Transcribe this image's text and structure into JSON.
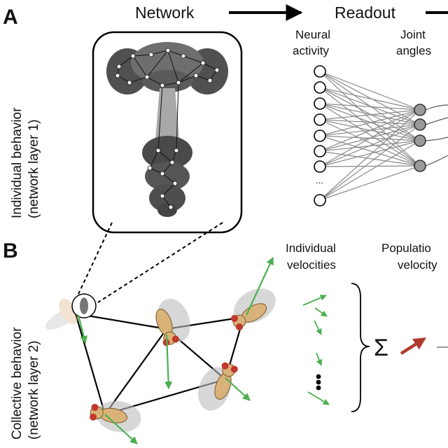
{
  "panels": {
    "a": {
      "letter": "A",
      "flow": [
        "Network",
        "Readout"
      ],
      "row_label": [
        "Individual behavior",
        "(network layer 1)"
      ],
      "readout_inputs": [
        "Neural",
        "activity"
      ],
      "readout_outputs": [
        "Joint",
        "angles"
      ],
      "ellipsis": "..."
    },
    "b": {
      "letter": "B",
      "row_label": [
        "Collective behavior",
        "(network layer 2)"
      ],
      "col1": [
        "Individual",
        "velocities"
      ],
      "col2": [
        "Populatio",
        "velocity"
      ],
      "sum_symbol": "Σ"
    }
  },
  "colors": {
    "green_arrow": "#4caf50",
    "red_arrow": "#b03a2e",
    "node_gray": "#9a9a9a",
    "fly_body": "#d9b27a",
    "fly_eye": "#c0392b"
  }
}
